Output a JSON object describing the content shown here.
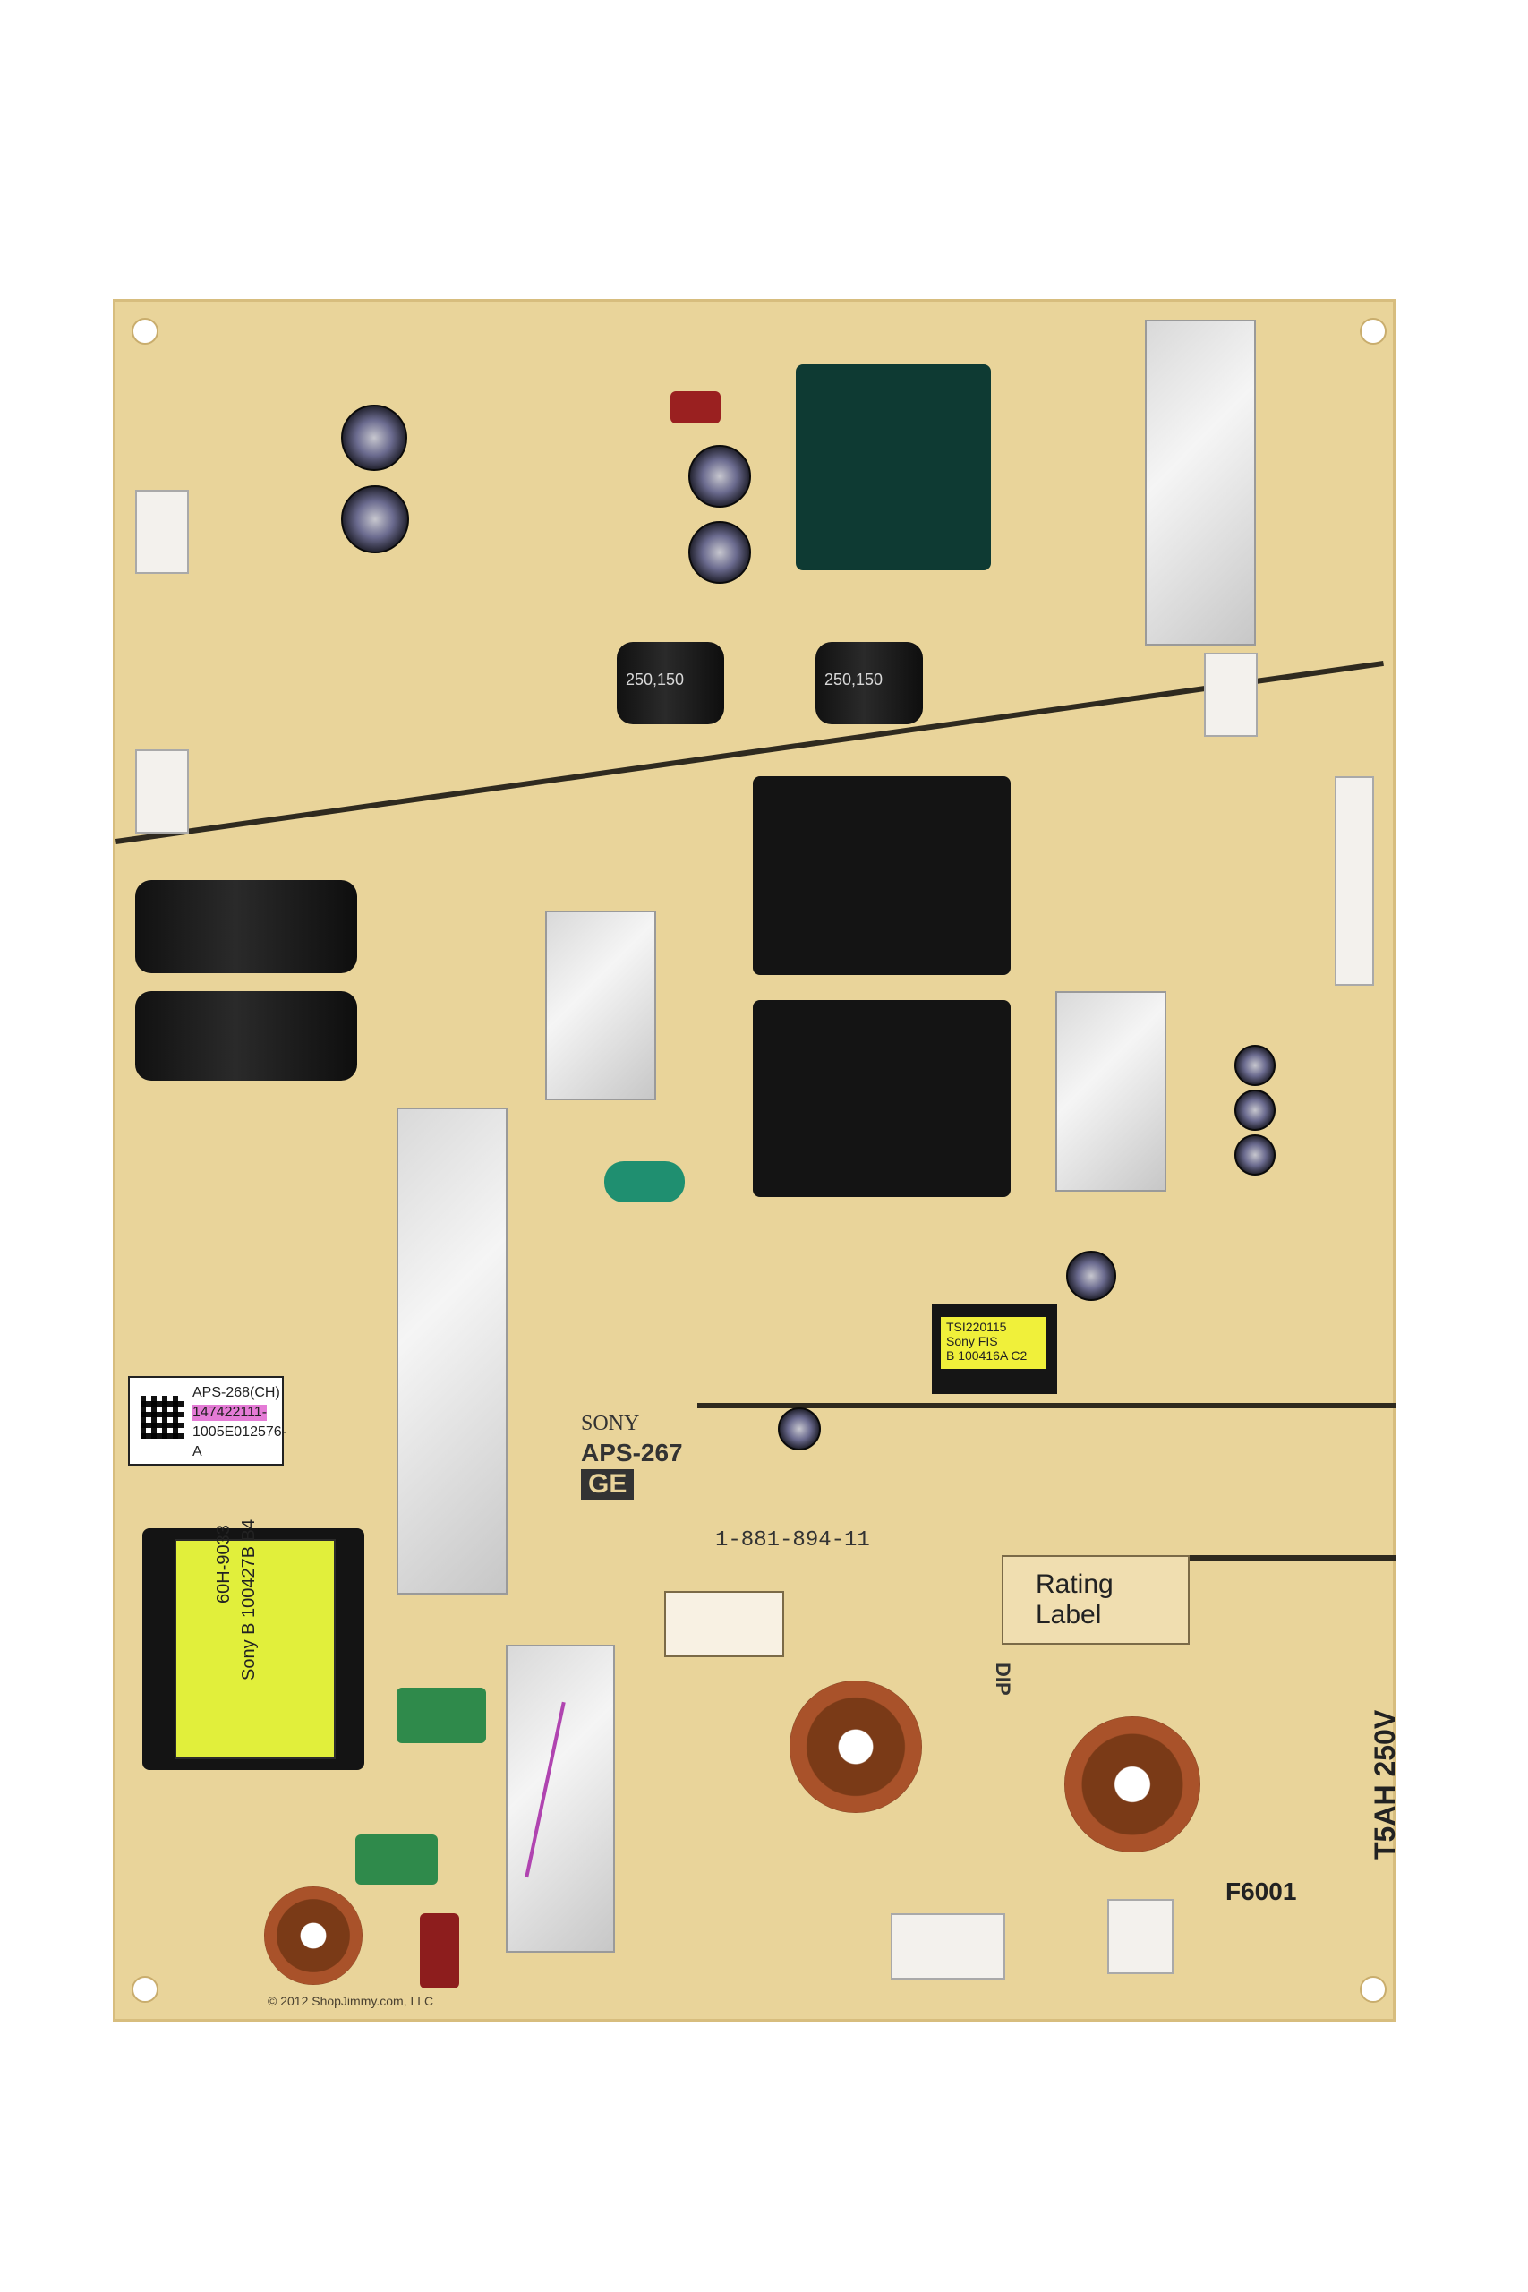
{
  "board": {
    "model": "APS-267",
    "brand": "SONY",
    "code": "1-881-894-11",
    "ge": "GE",
    "rating_label": "Rating\nLabel",
    "fuse_label": "F6001",
    "fuse_rating": "T5AH 250V",
    "dip": "DIP",
    "copyright": "© 2012 ShopJimmy.com, LLC"
  },
  "sticker": {
    "line1": "APS-268(CH)",
    "line2": "147422111-",
    "line3": "1005E012576-",
    "line4": "A"
  },
  "transformer_small": {
    "line1": "TSI220115",
    "line2": "Sony FIS",
    "line3": "B 100416A C2"
  },
  "transformer_main": {
    "line1": "60H-9033",
    "line2": "Sony B 100427B B4"
  },
  "capacitors": {
    "big_label": "250,150"
  },
  "colors": {
    "board": "#e9d49a",
    "silk": "#7b6a47",
    "trace": "#2f2a1f",
    "heatsink": "#d9d9d9"
  }
}
